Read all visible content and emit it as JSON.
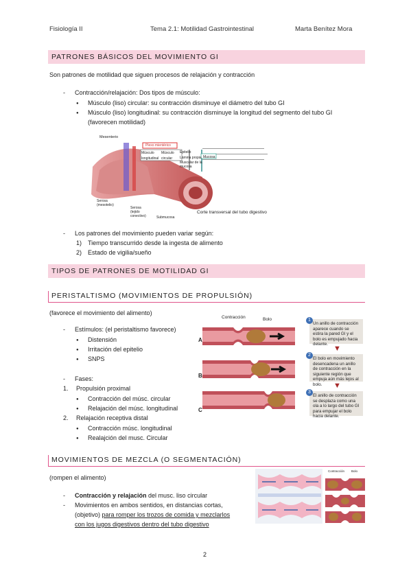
{
  "header": {
    "left": "Fisiología II",
    "center": "Tema 2.1: Motilidad Gastrointestinal",
    "right": "Marta Benítez Mora"
  },
  "s1": {
    "title": "PATRONES BÁSICOS DEL MOVIMIENTO GI",
    "intro": "Son patrones de motilidad que siguen procesos de relajación y contracción",
    "dash1": "Contracción/relajación: Dos tipos de músculo:",
    "b1": "Músculo (liso) circular: su contracción disminuye el diámetro del tubo GI",
    "b2": "Músculo (liso) longitudinal: su contracción disminuye la longitud del segmento del tubo GI",
    "b2b": "(favorecen motilidad)",
    "fig_caption": "Corte transversal del tubo digestivo",
    "fig_labels": {
      "mesenterio": "Mesenterio",
      "plexo": "Plexo mientérico",
      "long": "Músculo longitudinal",
      "circ": "Músculo circular",
      "epitelio": "Epitelio",
      "lamina": "Lámina propia",
      "muscmuc": "Muscular de la mucosa",
      "mucosa": "Mucosa",
      "serosa1": "Serosa (mesotelio)",
      "serosa2": "Serosa (tejido conectivo)",
      "submucosa": "Submucosa"
    },
    "dash2": "Los patrones del movimiento pueden variar según:",
    "n1": "Tiempo transcurrido desde la ingesta de alimento",
    "n2": "Estado de vigilia/sueño"
  },
  "s2": {
    "title": "TIPOS DE PATRONES DE MOTILIDAD GI"
  },
  "s3": {
    "title": "PERISTALTISMO (MOVIMIENTOS DE PROPULSIÓN)",
    "note": "(favorece el movimiento del alimento)",
    "dash1": "Estímulos: (el peristaltismo favorece)",
    "b1": "Distensión",
    "b2": "Irritación del epitelio",
    "b3": "SNPS",
    "dash2": "Fases:",
    "n1": "Propulsión proximal",
    "n1a": "Contracción del músc. circular",
    "n1b": "Relajación del músc. longitudinal",
    "n2": "Relajación receptiva distal",
    "n2a": "Contracción músc. longitudinal",
    "n2b": "Realajción del musc. Circular",
    "fig": {
      "lab_contraccion": "Contracción",
      "lab_bolo": "Bolo",
      "A": "A",
      "B": "B",
      "C": "C",
      "steps": [
        {
          "num": "1",
          "text": "Un anillo de contracción aparece cuando se estira la pared GI y el bolo es empujado hacia delante."
        },
        {
          "num": "2",
          "text": "El bolo en movimiento desencadena un anillo de contracción en la siguiente región que empuja aún más lejos al bolo."
        },
        {
          "num": "3",
          "text": "El anillo de contracción se desplaza como una ola a lo largo del tubo GI para empujar el bolo hacia delante."
        }
      ]
    }
  },
  "s4": {
    "title": "MOVIMIENTOS DE MEZCLA (O SEGMENTACIÓN)",
    "note": "(rompen el alimento)",
    "d1_bold": "Contracción y relajación",
    "d1_rest": " del musc. liso circular",
    "d2_l1": "Movimientos en ambos sentidos, en distancias cortas,",
    "d2_l2a": "(objetivo) ",
    "d2_l2b": "para romper los trozos de comida y mezclarlos",
    "d2_l3": "con los jugos digestivos dentro del tubo digestivo",
    "fig": {
      "contraccion": "Contracción",
      "bolo": "Bolo"
    }
  },
  "footer": {
    "page": "2"
  },
  "colors": {
    "band": "#f8d3df",
    "accent": "#e0538a",
    "tube": "#c0505a",
    "bolo": "#b07a3a"
  }
}
